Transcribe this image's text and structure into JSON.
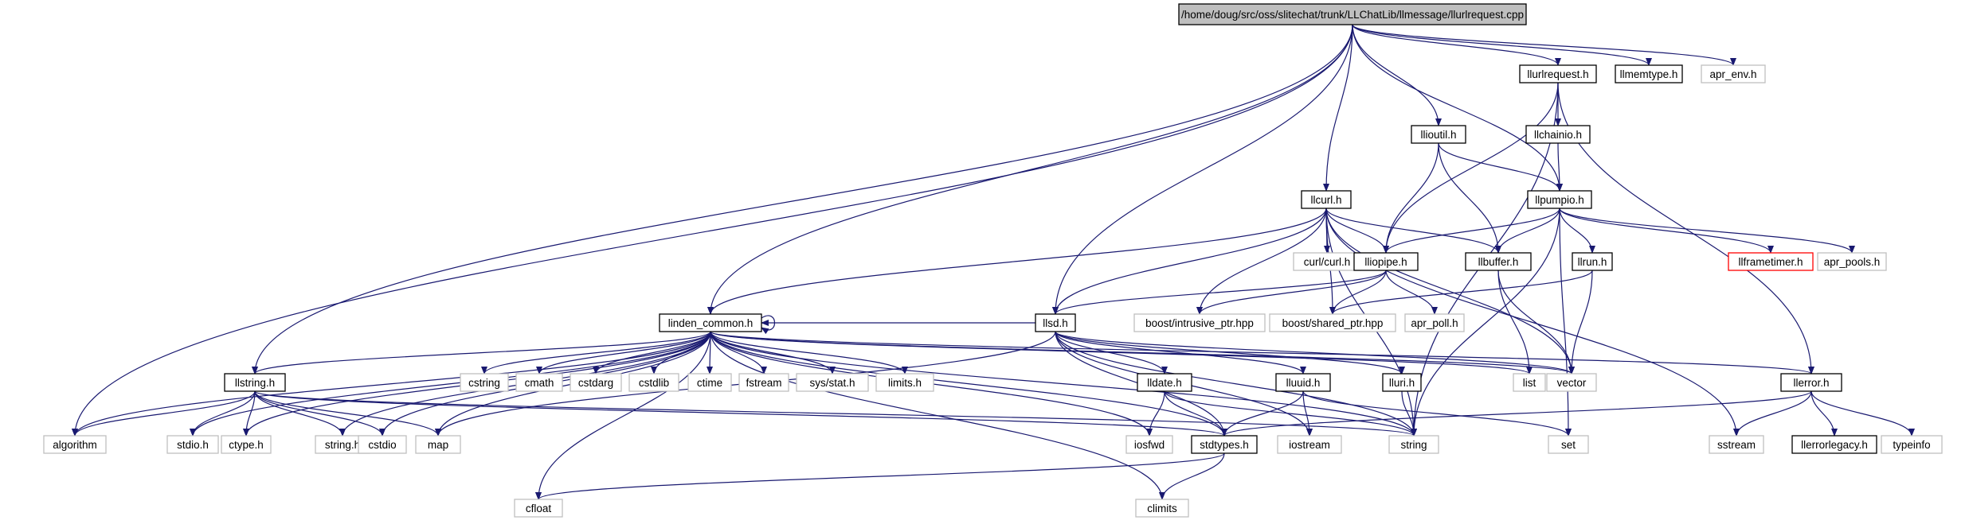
{
  "graph": {
    "title": "Include dependency graph for llurlrequest.cpp",
    "colors": {
      "edge": "#191970",
      "border_internal": "#000000",
      "border_external": "#bfbfbf",
      "border_highlight": "#ff0000",
      "fill_root": "#bfbfbf",
      "fill_default": "#ffffff"
    },
    "nodes": [
      {
        "id": "root",
        "label": "/home/doug/src/oss/slitechat/trunk/LLChatLib/llmessage/llurlrequest.cpp",
        "kind": "root"
      },
      {
        "id": "algorithm",
        "label": "algorithm",
        "kind": "external"
      },
      {
        "id": "linden_common",
        "label": "linden_common.h",
        "kind": "internal"
      },
      {
        "id": "llsd",
        "label": "llsd.h",
        "kind": "internal"
      },
      {
        "id": "llcurl",
        "label": "llcurl.h",
        "kind": "internal"
      },
      {
        "id": "llioutil",
        "label": "llioutil.h",
        "kind": "internal"
      },
      {
        "id": "llpumpio",
        "label": "llpumpio.h",
        "kind": "internal"
      },
      {
        "id": "llurlrequest_h",
        "label": "llurlrequest.h",
        "kind": "internal"
      },
      {
        "id": "llmemtype",
        "label": "llmemtype.h",
        "kind": "internal"
      },
      {
        "id": "apr_env",
        "label": "apr_env.h",
        "kind": "external"
      },
      {
        "id": "llchainio",
        "label": "llchainio.h",
        "kind": "internal"
      },
      {
        "id": "curl",
        "label": "curl/curl.h",
        "kind": "external"
      },
      {
        "id": "lliopipe",
        "label": "lliopipe.h",
        "kind": "internal"
      },
      {
        "id": "llbuffer",
        "label": "llbuffer.h",
        "kind": "internal"
      },
      {
        "id": "llrun",
        "label": "llrun.h",
        "kind": "internal"
      },
      {
        "id": "llframetimer",
        "label": "llframetimer.h",
        "kind": "highlight"
      },
      {
        "id": "apr_pools",
        "label": "apr_pools.h",
        "kind": "external"
      },
      {
        "id": "boost_intrusive",
        "label": "boost/intrusive_ptr.hpp",
        "kind": "external"
      },
      {
        "id": "boost_shared",
        "label": "boost/shared_ptr.hpp",
        "kind": "external"
      },
      {
        "id": "apr_poll",
        "label": "apr_poll.h",
        "kind": "external"
      },
      {
        "id": "llstring",
        "label": "llstring.h",
        "kind": "internal"
      },
      {
        "id": "cstring",
        "label": "cstring",
        "kind": "external"
      },
      {
        "id": "cmath",
        "label": "cmath",
        "kind": "external"
      },
      {
        "id": "cstdarg",
        "label": "cstdarg",
        "kind": "external"
      },
      {
        "id": "cstdlib",
        "label": "cstdlib",
        "kind": "external"
      },
      {
        "id": "ctime",
        "label": "ctime",
        "kind": "external"
      },
      {
        "id": "fstream",
        "label": "fstream",
        "kind": "external"
      },
      {
        "id": "sys_stat",
        "label": "sys/stat.h",
        "kind": "external"
      },
      {
        "id": "limits",
        "label": "limits.h",
        "kind": "external"
      },
      {
        "id": "lldate",
        "label": "lldate.h",
        "kind": "internal"
      },
      {
        "id": "lluuid",
        "label": "lluuid.h",
        "kind": "internal"
      },
      {
        "id": "lluri",
        "label": "lluri.h",
        "kind": "internal"
      },
      {
        "id": "list",
        "label": "list",
        "kind": "external"
      },
      {
        "id": "vector",
        "label": "vector",
        "kind": "external"
      },
      {
        "id": "llerror",
        "label": "llerror.h",
        "kind": "internal"
      },
      {
        "id": "stdio",
        "label": "stdio.h",
        "kind": "external"
      },
      {
        "id": "ctype",
        "label": "ctype.h",
        "kind": "external"
      },
      {
        "id": "string_h",
        "label": "string.h",
        "kind": "external"
      },
      {
        "id": "cstdio",
        "label": "cstdio",
        "kind": "external"
      },
      {
        "id": "map",
        "label": "map",
        "kind": "external"
      },
      {
        "id": "iosfwd",
        "label": "iosfwd",
        "kind": "external"
      },
      {
        "id": "stdtypes",
        "label": "stdtypes.h",
        "kind": "internal"
      },
      {
        "id": "iostream",
        "label": "iostream",
        "kind": "external"
      },
      {
        "id": "string",
        "label": "string",
        "kind": "external"
      },
      {
        "id": "set",
        "label": "set",
        "kind": "external"
      },
      {
        "id": "sstream",
        "label": "sstream",
        "kind": "external"
      },
      {
        "id": "llerrorlegacy",
        "label": "llerrorlegacy.h",
        "kind": "internal"
      },
      {
        "id": "typeinfo",
        "label": "typeinfo",
        "kind": "external"
      },
      {
        "id": "cfloat",
        "label": "cfloat",
        "kind": "external"
      },
      {
        "id": "climits",
        "label": "climits",
        "kind": "external"
      }
    ],
    "edges": [
      [
        "root",
        "algorithm"
      ],
      [
        "root",
        "linden_common"
      ],
      [
        "root",
        "llstring"
      ],
      [
        "root",
        "llsd"
      ],
      [
        "root",
        "llcurl"
      ],
      [
        "root",
        "llioutil"
      ],
      [
        "root",
        "llpumpio"
      ],
      [
        "root",
        "llurlrequest_h"
      ],
      [
        "root",
        "llmemtype"
      ],
      [
        "root",
        "apr_env"
      ],
      [
        "llurlrequest_h",
        "lliopipe"
      ],
      [
        "llurlrequest_h",
        "llchainio"
      ],
      [
        "llurlrequest_h",
        "llerror"
      ],
      [
        "llurlrequest_h",
        "string"
      ],
      [
        "llchainio",
        "llpumpio"
      ],
      [
        "llioutil",
        "lliopipe"
      ],
      [
        "llioutil",
        "llpumpio"
      ],
      [
        "llioutil",
        "llbuffer"
      ],
      [
        "llpumpio",
        "lliopipe"
      ],
      [
        "llpumpio",
        "llbuffer"
      ],
      [
        "llpumpio",
        "llrun"
      ],
      [
        "llpumpio",
        "llframetimer"
      ],
      [
        "llpumpio",
        "apr_pools"
      ],
      [
        "llpumpio",
        "set"
      ],
      [
        "llpumpio",
        "string"
      ],
      [
        "llcurl",
        "linden_common"
      ],
      [
        "llcurl",
        "llsd"
      ],
      [
        "llcurl",
        "curl"
      ],
      [
        "llcurl",
        "lliopipe"
      ],
      [
        "llcurl",
        "llbuffer"
      ],
      [
        "llcurl",
        "boost_intrusive"
      ],
      [
        "llcurl",
        "boost_shared"
      ],
      [
        "llcurl",
        "vector"
      ],
      [
        "llcurl",
        "sstream"
      ],
      [
        "llcurl",
        "string"
      ],
      [
        "lliopipe",
        "llsd"
      ],
      [
        "lliopipe",
        "boost_intrusive"
      ],
      [
        "lliopipe",
        "boost_shared"
      ],
      [
        "lliopipe",
        "apr_poll"
      ],
      [
        "llbuffer",
        "list"
      ],
      [
        "llbuffer",
        "vector"
      ],
      [
        "llrun",
        "boost_shared"
      ],
      [
        "llrun",
        "vector"
      ],
      [
        "linden_common",
        "linden_common"
      ],
      [
        "linden_common",
        "llstring"
      ],
      [
        "linden_common",
        "algorithm"
      ],
      [
        "linden_common",
        "stdio"
      ],
      [
        "linden_common",
        "ctype"
      ],
      [
        "linden_common",
        "string_h"
      ],
      [
        "linden_common",
        "cstdio"
      ],
      [
        "linden_common",
        "map"
      ],
      [
        "linden_common",
        "cfloat"
      ],
      [
        "linden_common",
        "cstring"
      ],
      [
        "linden_common",
        "cmath"
      ],
      [
        "linden_common",
        "cstdarg"
      ],
      [
        "linden_common",
        "cstdlib"
      ],
      [
        "linden_common",
        "ctime"
      ],
      [
        "linden_common",
        "fstream"
      ],
      [
        "linden_common",
        "sys_stat"
      ],
      [
        "linden_common",
        "limits"
      ],
      [
        "linden_common",
        "list"
      ],
      [
        "linden_common",
        "vector"
      ],
      [
        "linden_common",
        "llerror"
      ],
      [
        "linden_common",
        "iosfwd"
      ],
      [
        "linden_common",
        "stdtypes"
      ],
      [
        "linden_common",
        "climits"
      ],
      [
        "linden_common",
        "string"
      ],
      [
        "llsd",
        "map"
      ],
      [
        "llsd",
        "string"
      ],
      [
        "llsd",
        "vector"
      ],
      [
        "llsd",
        "lldate"
      ],
      [
        "llsd",
        "lluuid"
      ],
      [
        "llsd",
        "lluri"
      ],
      [
        "llsd",
        "stdtypes"
      ],
      [
        "llsd",
        "iostream"
      ],
      [
        "llsd",
        "linden_common"
      ],
      [
        "llstring",
        "algorithm"
      ],
      [
        "llstring",
        "stdio"
      ],
      [
        "llstring",
        "ctype"
      ],
      [
        "llstring",
        "string_h"
      ],
      [
        "llstring",
        "cstdio"
      ],
      [
        "llstring",
        "map"
      ],
      [
        "llstring",
        "stdtypes"
      ],
      [
        "llstring",
        "string"
      ],
      [
        "lldate",
        "iosfwd"
      ],
      [
        "lldate",
        "stdtypes"
      ],
      [
        "lldate",
        "string"
      ],
      [
        "lluuid",
        "iostream"
      ],
      [
        "lluuid",
        "stdtypes"
      ],
      [
        "lluuid",
        "set"
      ],
      [
        "lluri",
        "string"
      ],
      [
        "llerror",
        "sstream"
      ],
      [
        "llerror",
        "typeinfo"
      ],
      [
        "llerror",
        "llerrorlegacy"
      ],
      [
        "llerror",
        "stdtypes"
      ],
      [
        "stdtypes",
        "cfloat"
      ],
      [
        "stdtypes",
        "climits"
      ]
    ]
  }
}
